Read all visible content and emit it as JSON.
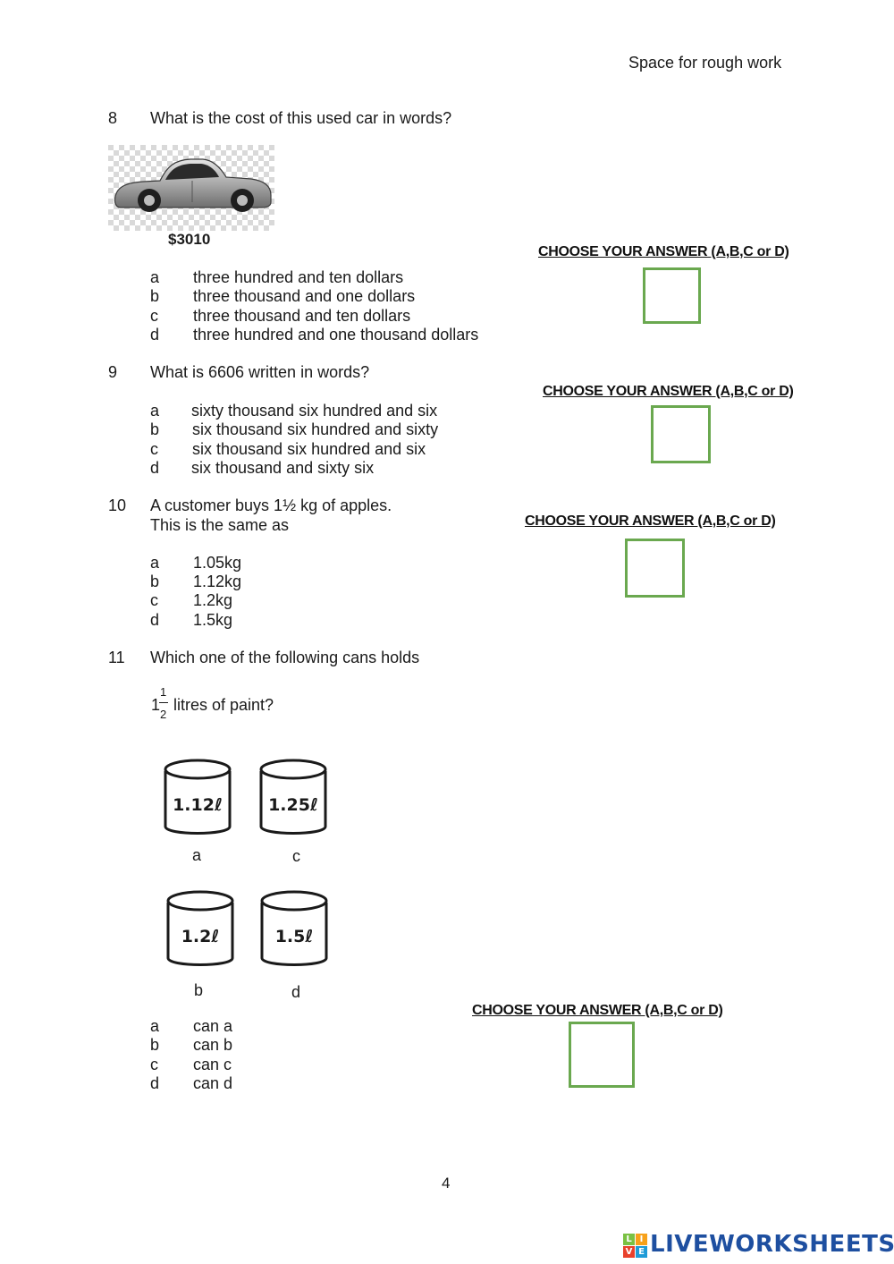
{
  "header": {
    "rough_work": "Space for rough work"
  },
  "choose_label": "CHOOSE YOUR ANSWER (A,B,C or D)",
  "q8": {
    "num": "8",
    "text": "What is the cost of this used car in words?",
    "price": "$3010",
    "options": [
      {
        "letter": "a",
        "text": "three hundred and ten dollars"
      },
      {
        "letter": "b",
        "text": "three thousand and one dollars"
      },
      {
        "letter": "c",
        "text": "three thousand and ten dollars"
      },
      {
        "letter": "d",
        "text": "three hundred and one thousand dollars"
      }
    ]
  },
  "q9": {
    "num": "9",
    "text": "What is 6606 written in words?",
    "options": [
      {
        "letter": "a",
        "text": "sixty thousand six hundred and six"
      },
      {
        "letter": "b",
        "text": "six thousand six hundred and sixty"
      },
      {
        "letter": "c",
        "text": "six thousand six hundred and six"
      },
      {
        "letter": "d",
        "text": "six thousand and sixty six"
      }
    ]
  },
  "q10": {
    "num": "10",
    "line1": "A customer buys 1½ kg of apples.",
    "line2": "This is the same as",
    "options": [
      {
        "letter": "a",
        "text": "1.05kg"
      },
      {
        "letter": "b",
        "text": "1.12kg"
      },
      {
        "letter": "c",
        "text": "1.2kg"
      },
      {
        "letter": "d",
        "text": "1.5kg"
      }
    ]
  },
  "q11": {
    "num": "11",
    "text": "Which one of the following cans holds",
    "whole": "1",
    "numerator": "1",
    "denominator": "2",
    "rest": "litres of paint?",
    "cans": [
      {
        "label": "1.12ℓ",
        "letter": "a"
      },
      {
        "label": "1.25ℓ",
        "letter": "c"
      },
      {
        "label": "1.2ℓ",
        "letter": "b"
      },
      {
        "label": "1.5ℓ",
        "letter": "d"
      }
    ],
    "options": [
      {
        "letter": "a",
        "text": "can a"
      },
      {
        "letter": "b",
        "text": "can b"
      },
      {
        "letter": "c",
        "text": "can c"
      },
      {
        "letter": "d",
        "text": "can d"
      }
    ]
  },
  "page_number": "4",
  "logo": {
    "text": "LIVEWORKSHEETS",
    "tiles": [
      "L",
      "I",
      "V",
      "E"
    ]
  },
  "colors": {
    "answer_box": "#6aa84f",
    "logo": "#1e4fa0"
  }
}
